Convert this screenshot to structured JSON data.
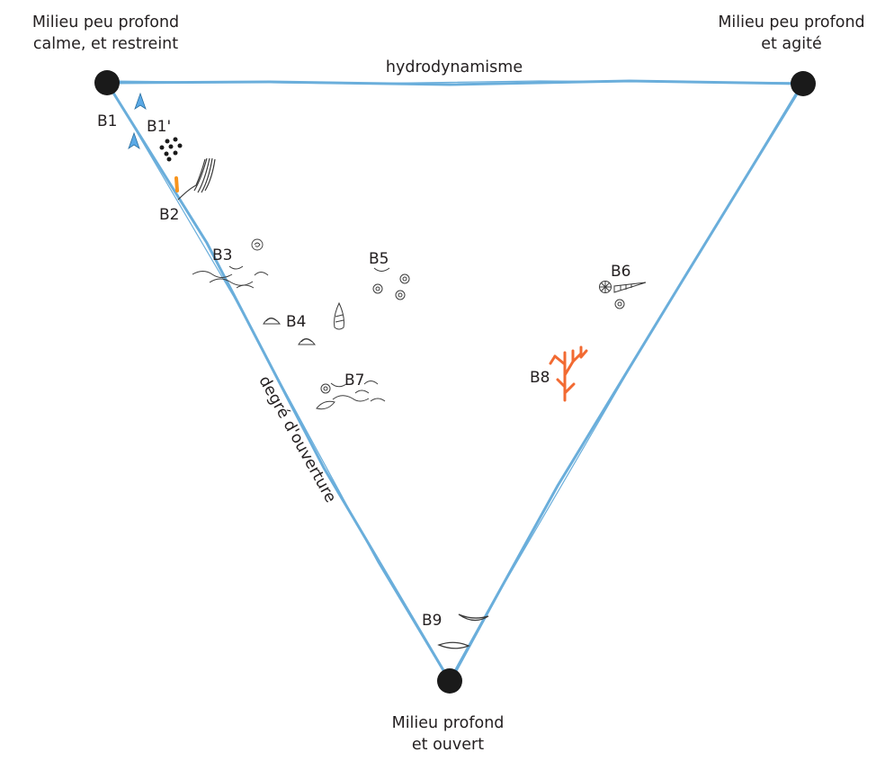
{
  "vertices": {
    "top_left": [
      "Milieu peu profond",
      "calme, et restreint"
    ],
    "top_right": [
      "Milieu peu profond",
      "et agité"
    ],
    "bottom": [
      "Milieu profond",
      "et ouvert"
    ]
  },
  "axes": {
    "top": "hydrodynamisme",
    "left": "degré d'ouverture"
  },
  "facies": {
    "b1": "B1",
    "b1p": "B1'",
    "b2": "B2",
    "b3": "B3",
    "b4": "B4",
    "b5": "B5",
    "b6": "B6",
    "b7": "B7",
    "b8": "B8",
    "b9": "B9"
  },
  "colors": {
    "triangle_edge": "#6aaedb",
    "vertex_dot": "#1a1a1a",
    "b8_branch": "#f26a32",
    "b2_grain": "#f7941d",
    "b1_arrow": "#5aa9e6"
  }
}
